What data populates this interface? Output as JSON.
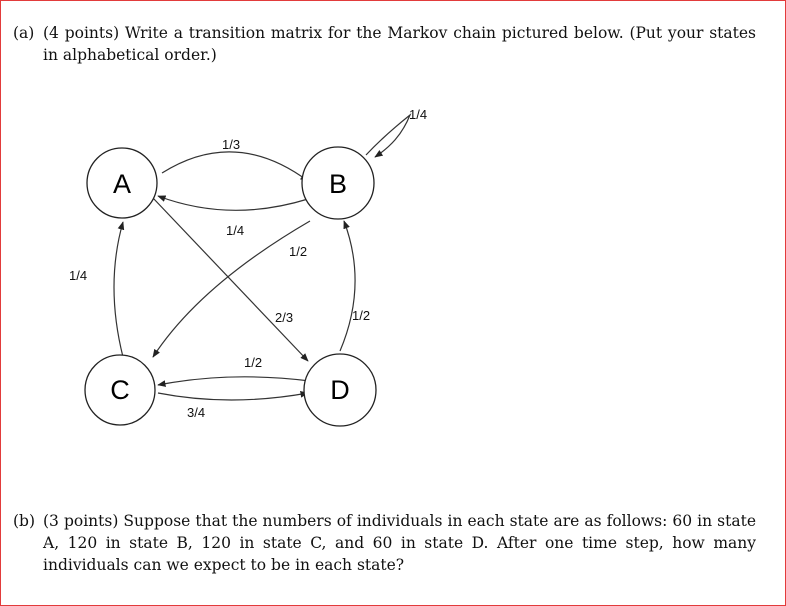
{
  "part_a": {
    "label": "(a)",
    "text": "(4 points) Write a transition matrix for the Markov chain pictured below. (Put your states in alphabetical order.)"
  },
  "diagram": {
    "nodes": {
      "A": "A",
      "B": "B",
      "C": "C",
      "D": "D"
    },
    "edge_labels": {
      "b_self": "1/4",
      "a_to_b": "1/3",
      "b_to_a": "1/4",
      "b_to_c": "1/2",
      "a_to_d": "2/3",
      "d_to_b": "1/2",
      "c_to_a": "1/4",
      "d_to_c": "1/2",
      "c_to_d": "3/4"
    }
  },
  "part_b": {
    "label": "(b)",
    "text": "(3 points) Suppose that the numbers of individuals in each state are as follows: 60 in state A, 120 in state B, 120 in state C, and 60 in state D. After one time step, how many individuals can we expect to be in each state?"
  }
}
